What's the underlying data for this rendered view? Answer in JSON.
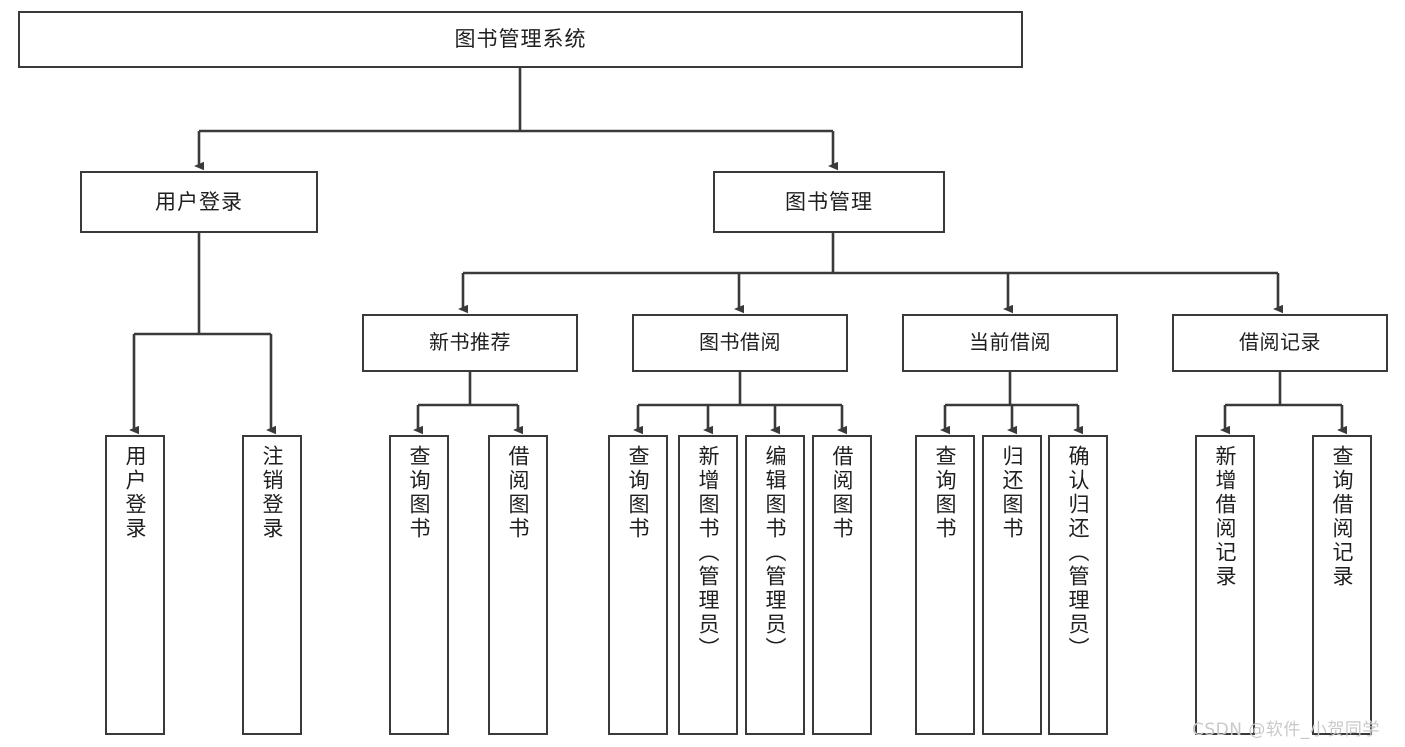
{
  "diagram": {
    "title": "图书管理系统",
    "type": "tree",
    "watermark": "CSDN @软件_小贺同学",
    "colors": {
      "border": "#3a3a3a",
      "background": "#ffffff",
      "text": "#1f1f1f",
      "connector": "#3a3a3a",
      "watermark": "#c9c9c9"
    },
    "root": {
      "label": "图书管理系统"
    },
    "level2": [
      {
        "id": "user-login",
        "label": "用户登录"
      },
      {
        "id": "book-management",
        "label": "图书管理"
      }
    ],
    "level3": [
      {
        "id": "new-book-recommend",
        "label": "新书推荐",
        "parent": "book-management"
      },
      {
        "id": "book-borrow",
        "label": "图书借阅",
        "parent": "book-management"
      },
      {
        "id": "current-borrow",
        "label": "当前借阅",
        "parent": "book-management"
      },
      {
        "id": "borrow-record",
        "label": "借阅记录",
        "parent": "book-management"
      }
    ],
    "leaves": [
      {
        "id": "leaf-user-login",
        "label": "用户登录",
        "parent": "user-login"
      },
      {
        "id": "leaf-user-logout",
        "label": "注销登录",
        "parent": "user-login"
      },
      {
        "id": "leaf-query-book-1",
        "label": "查询图书",
        "parent": "new-book-recommend"
      },
      {
        "id": "leaf-borrow-book-1",
        "label": "借阅图书",
        "parent": "new-book-recommend"
      },
      {
        "id": "leaf-query-book-2",
        "label": "查询图书",
        "parent": "book-borrow"
      },
      {
        "id": "leaf-add-book",
        "label": "新增图书（管理员）",
        "parent": "book-borrow"
      },
      {
        "id": "leaf-edit-book",
        "label": "编辑图书（管理员）",
        "parent": "book-borrow"
      },
      {
        "id": "leaf-borrow-book-2",
        "label": "借阅图书",
        "parent": "book-borrow"
      },
      {
        "id": "leaf-query-book-3",
        "label": "查询图书",
        "parent": "current-borrow"
      },
      {
        "id": "leaf-return-book",
        "label": "归还图书",
        "parent": "current-borrow"
      },
      {
        "id": "leaf-confirm-return",
        "label": "确认归还（管理员）",
        "parent": "current-borrow"
      },
      {
        "id": "leaf-add-record",
        "label": "新增借阅记录",
        "parent": "borrow-record"
      },
      {
        "id": "leaf-query-record",
        "label": "查询借阅记录",
        "parent": "borrow-record"
      }
    ]
  }
}
